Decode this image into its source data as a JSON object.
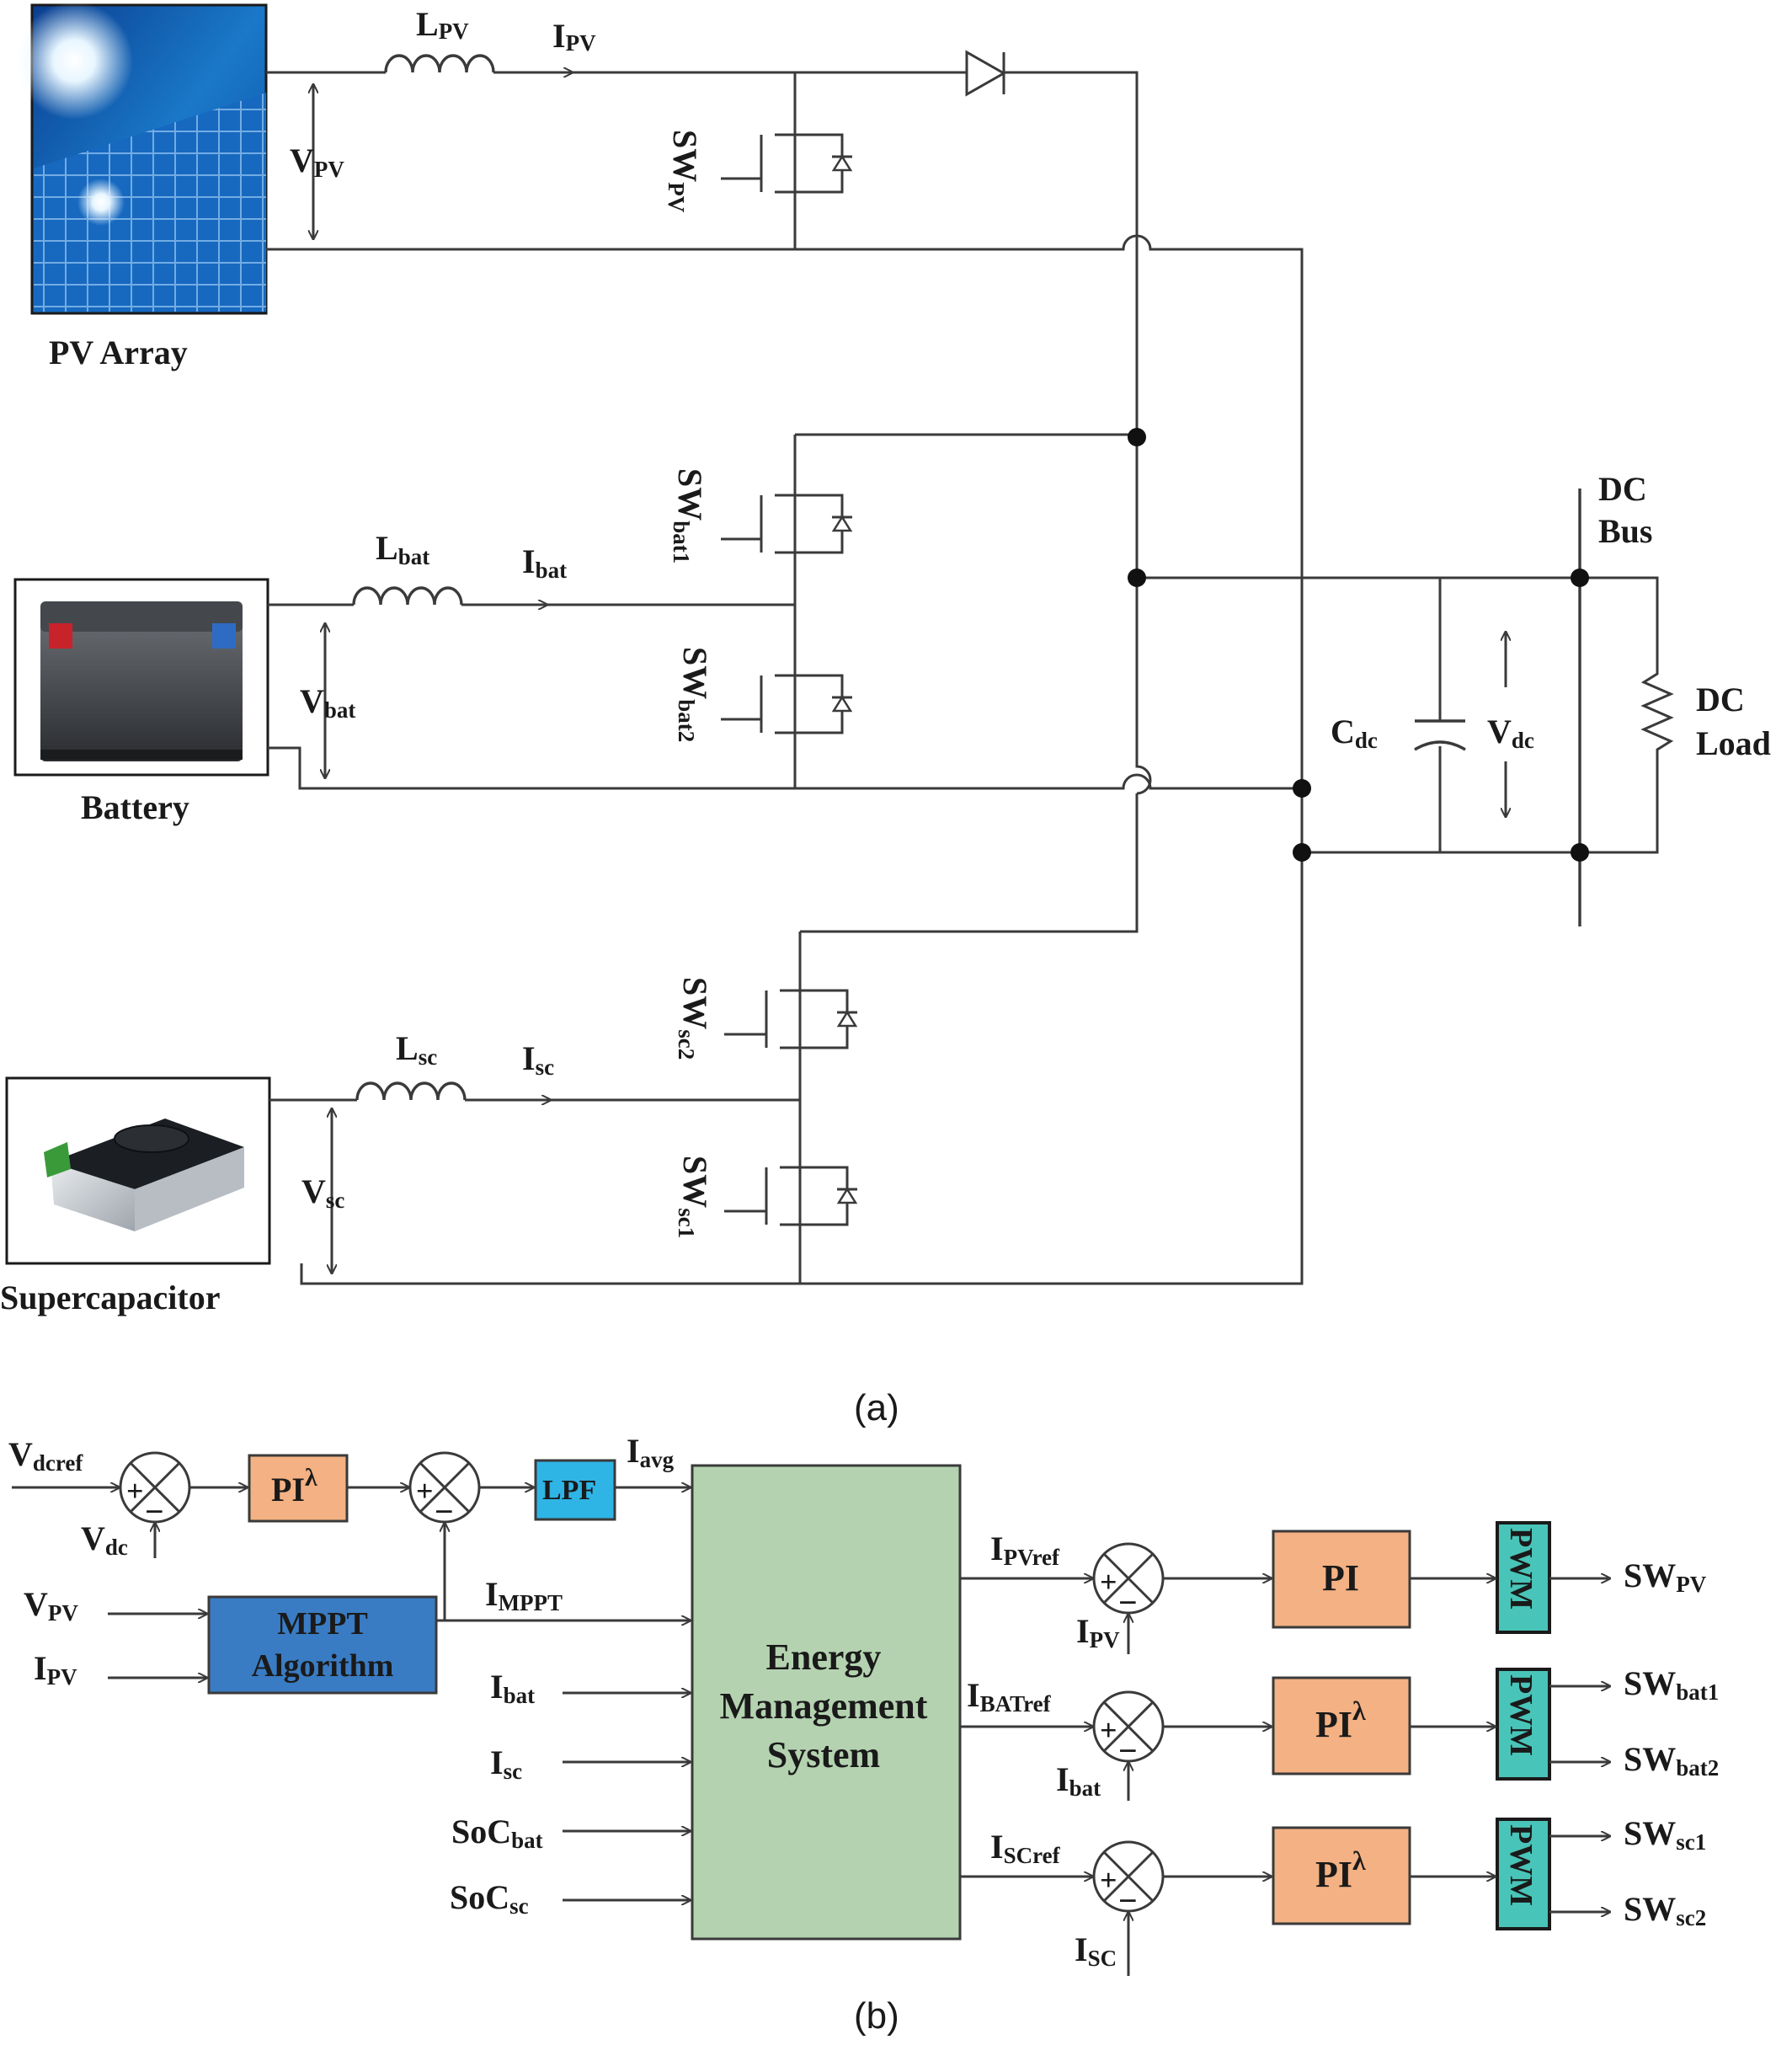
{
  "part_a": {
    "caption": "(a)",
    "pv": {
      "name": "PV Array",
      "inductor_main": "L",
      "inductor_sub": "PV",
      "current_main": "I",
      "current_sub": "PV",
      "voltage_main": "V",
      "voltage_sub": "PV",
      "switch_main": "SW",
      "switch_sub": "PV"
    },
    "battery": {
      "name": "Battery",
      "inductor_main": "L",
      "inductor_sub": "bat",
      "current_main": "I",
      "current_sub": "bat",
      "voltage_main": "V",
      "voltage_sub": "bat",
      "switch1_main": "SW",
      "switch1_sub": "bat1",
      "switch2_main": "SW",
      "switch2_sub": "bat2"
    },
    "supercap": {
      "name": "Supercapacitor",
      "inductor_main": "L",
      "inductor_sub": "sc",
      "current_main": "I",
      "current_sub": "sc",
      "voltage_main": "V",
      "voltage_sub": "sc",
      "switch_top_main": "SW",
      "switch_top_sub": "sc2",
      "switch_bot_main": "SW",
      "switch_bot_sub": "sc1"
    },
    "dc_link": {
      "cap_main": "C",
      "cap_sub": "dc",
      "volt_main": "V",
      "volt_sub": "dc",
      "bus_line1": "DC",
      "bus_line2": "Bus",
      "load_line1": "DC",
      "load_line2": "Load"
    }
  },
  "part_b": {
    "caption": "(b)",
    "inputs": {
      "vdcref_main": "V",
      "vdcref_sub": "dcref",
      "vdc_main": "V",
      "vdc_sub": "dc",
      "vpv_main": "V",
      "vpv_sub": "PV",
      "ipv_main": "I",
      "ipv_sub": "PV"
    },
    "blocks": {
      "pi_lambda": "PI",
      "lambda": "λ",
      "lpf": "LPF",
      "mppt_line1": "MPPT",
      "mppt_line2": "Algorithm",
      "ems_line1": "Energy",
      "ems_line2": "Management",
      "ems_line3": "System",
      "pi": "PI",
      "pwm": "PWM"
    },
    "signals": {
      "iavg_main": "I",
      "iavg_sub": "avg",
      "impt_main": "I",
      "impt_sub": "MPPT",
      "ibat_main": "I",
      "ibat_sub": "bat",
      "isc_main": "I",
      "isc_sub": "sc",
      "socbat_main": "SoC",
      "socbat_sub": "bat",
      "socsc_main": "SoC",
      "socsc_sub": "sc",
      "ipvref_main": "I",
      "ipvref_sub": "PVref",
      "ibatref_main": "I",
      "ibatref_sub": "BATref",
      "iscref_main": "I",
      "iscref_sub": "SCref",
      "ipv_fb_main": "I",
      "ipv_fb_sub": "PV",
      "ibat_fb_main": "I",
      "ibat_fb_sub": "bat",
      "isc_fb_main": "I",
      "isc_fb_sub": "SC",
      "plus": "+",
      "minus": "−"
    },
    "outputs": {
      "swpv_main": "SW",
      "swpv_sub": "PV",
      "swbat1_main": "SW",
      "swbat1_sub": "bat1",
      "swbat2_main": "SW",
      "swbat2_sub": "bat2",
      "swsc1_main": "SW",
      "swsc1_sub": "sc1",
      "swsc2_main": "SW",
      "swsc2_sub": "sc2"
    }
  },
  "colors": {
    "pi_block": "#f4b183",
    "lpf_block": "#2fb4e6",
    "mppt_block": "#3a7cc4",
    "ems_block": "#b4d2b0",
    "pwm_block": "#49c4b8",
    "wire": "#3a3a3a"
  }
}
